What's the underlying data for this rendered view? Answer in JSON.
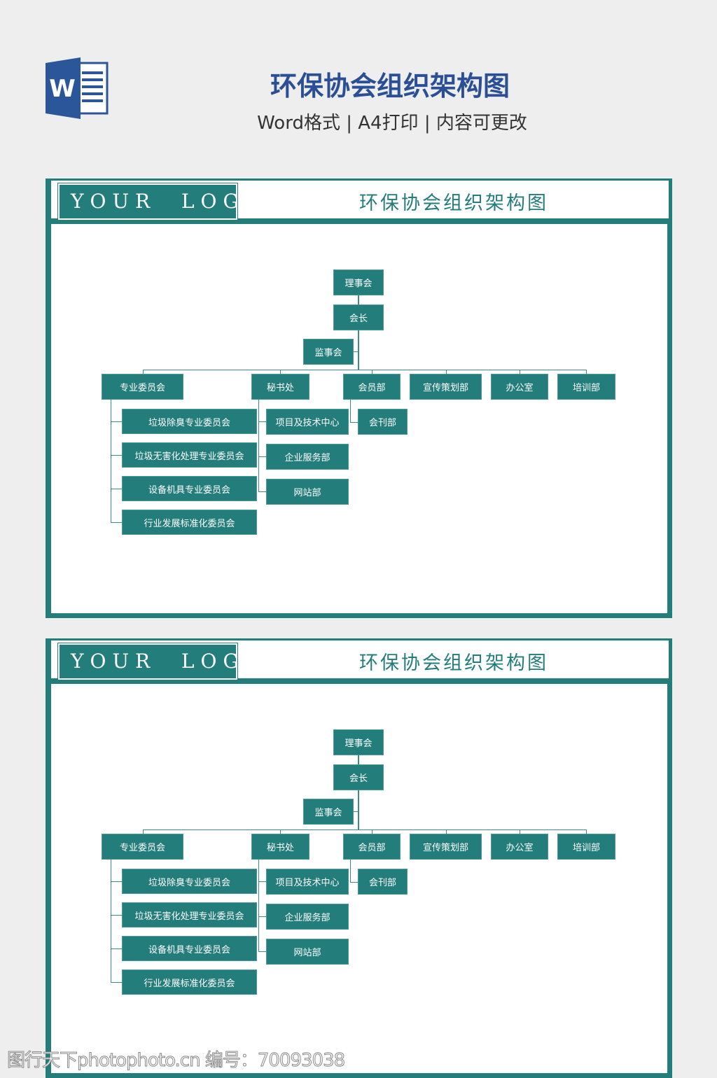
{
  "header": {
    "title": "环保协会组织架构图",
    "subtitle": "Word格式 | A4打印 | 内容可更改",
    "icon": "word-doc-icon",
    "icon_letter": "W"
  },
  "panel": {
    "logo": "YOUR  LOGO",
    "title": "环保协会组织架构图"
  },
  "org": {
    "board": "理事会",
    "president": "会长",
    "supervisors": "监事会",
    "departments": [
      "专业委员会",
      "秘书处",
      "会员部",
      "宣传策划部",
      "办公室",
      "培训部"
    ],
    "committees": [
      "垃圾除臭专业委员会",
      "垃圾无害化处理专业委员会",
      "设备机具专业委员会",
      "行业发展标准化委员会"
    ],
    "secretariat_units": [
      "项目及技术中心",
      "企业服务部",
      "网站部"
    ],
    "member_units": [
      "会刊部"
    ]
  },
  "colors": {
    "accent": "#237d7b",
    "title_blue": "#2b4f94"
  },
  "watermark": "图行天下photophoto.cn 编号：70093038"
}
